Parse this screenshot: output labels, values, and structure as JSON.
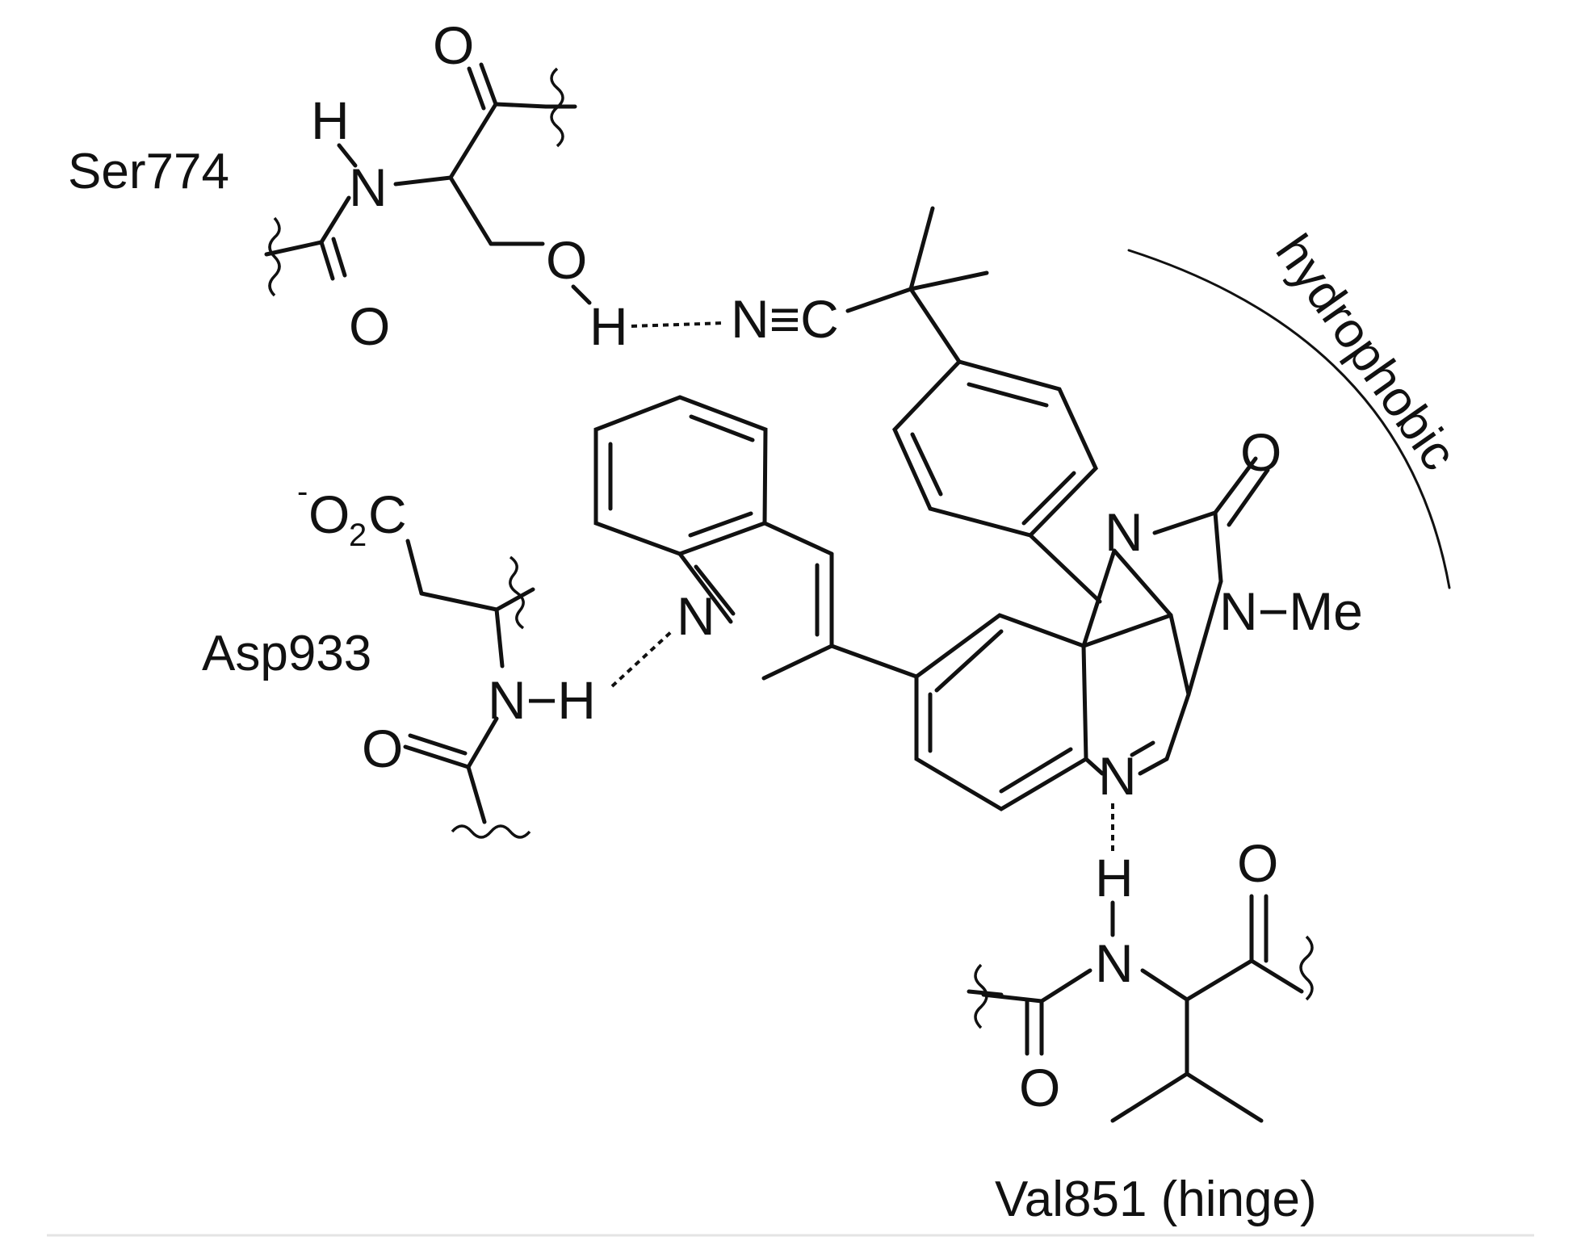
{
  "residues": {
    "ser": "Ser774",
    "asp": "Asp933",
    "val": "Val851 (hinge)"
  },
  "region": "hydrophobic",
  "atoms": {
    "O": "O",
    "N": "N",
    "H": "H",
    "C": "C",
    "NC": "N≡C",
    "NMe": "N−Me",
    "NH": "N−H",
    "carboxylate_charge": "-",
    "carboxylate_main": "O",
    "carboxylate_sub": "2",
    "carboxylate_c": "C"
  },
  "colors": {
    "ink": "#111111",
    "background": "#ffffff",
    "rule": "#e4e4e4"
  }
}
